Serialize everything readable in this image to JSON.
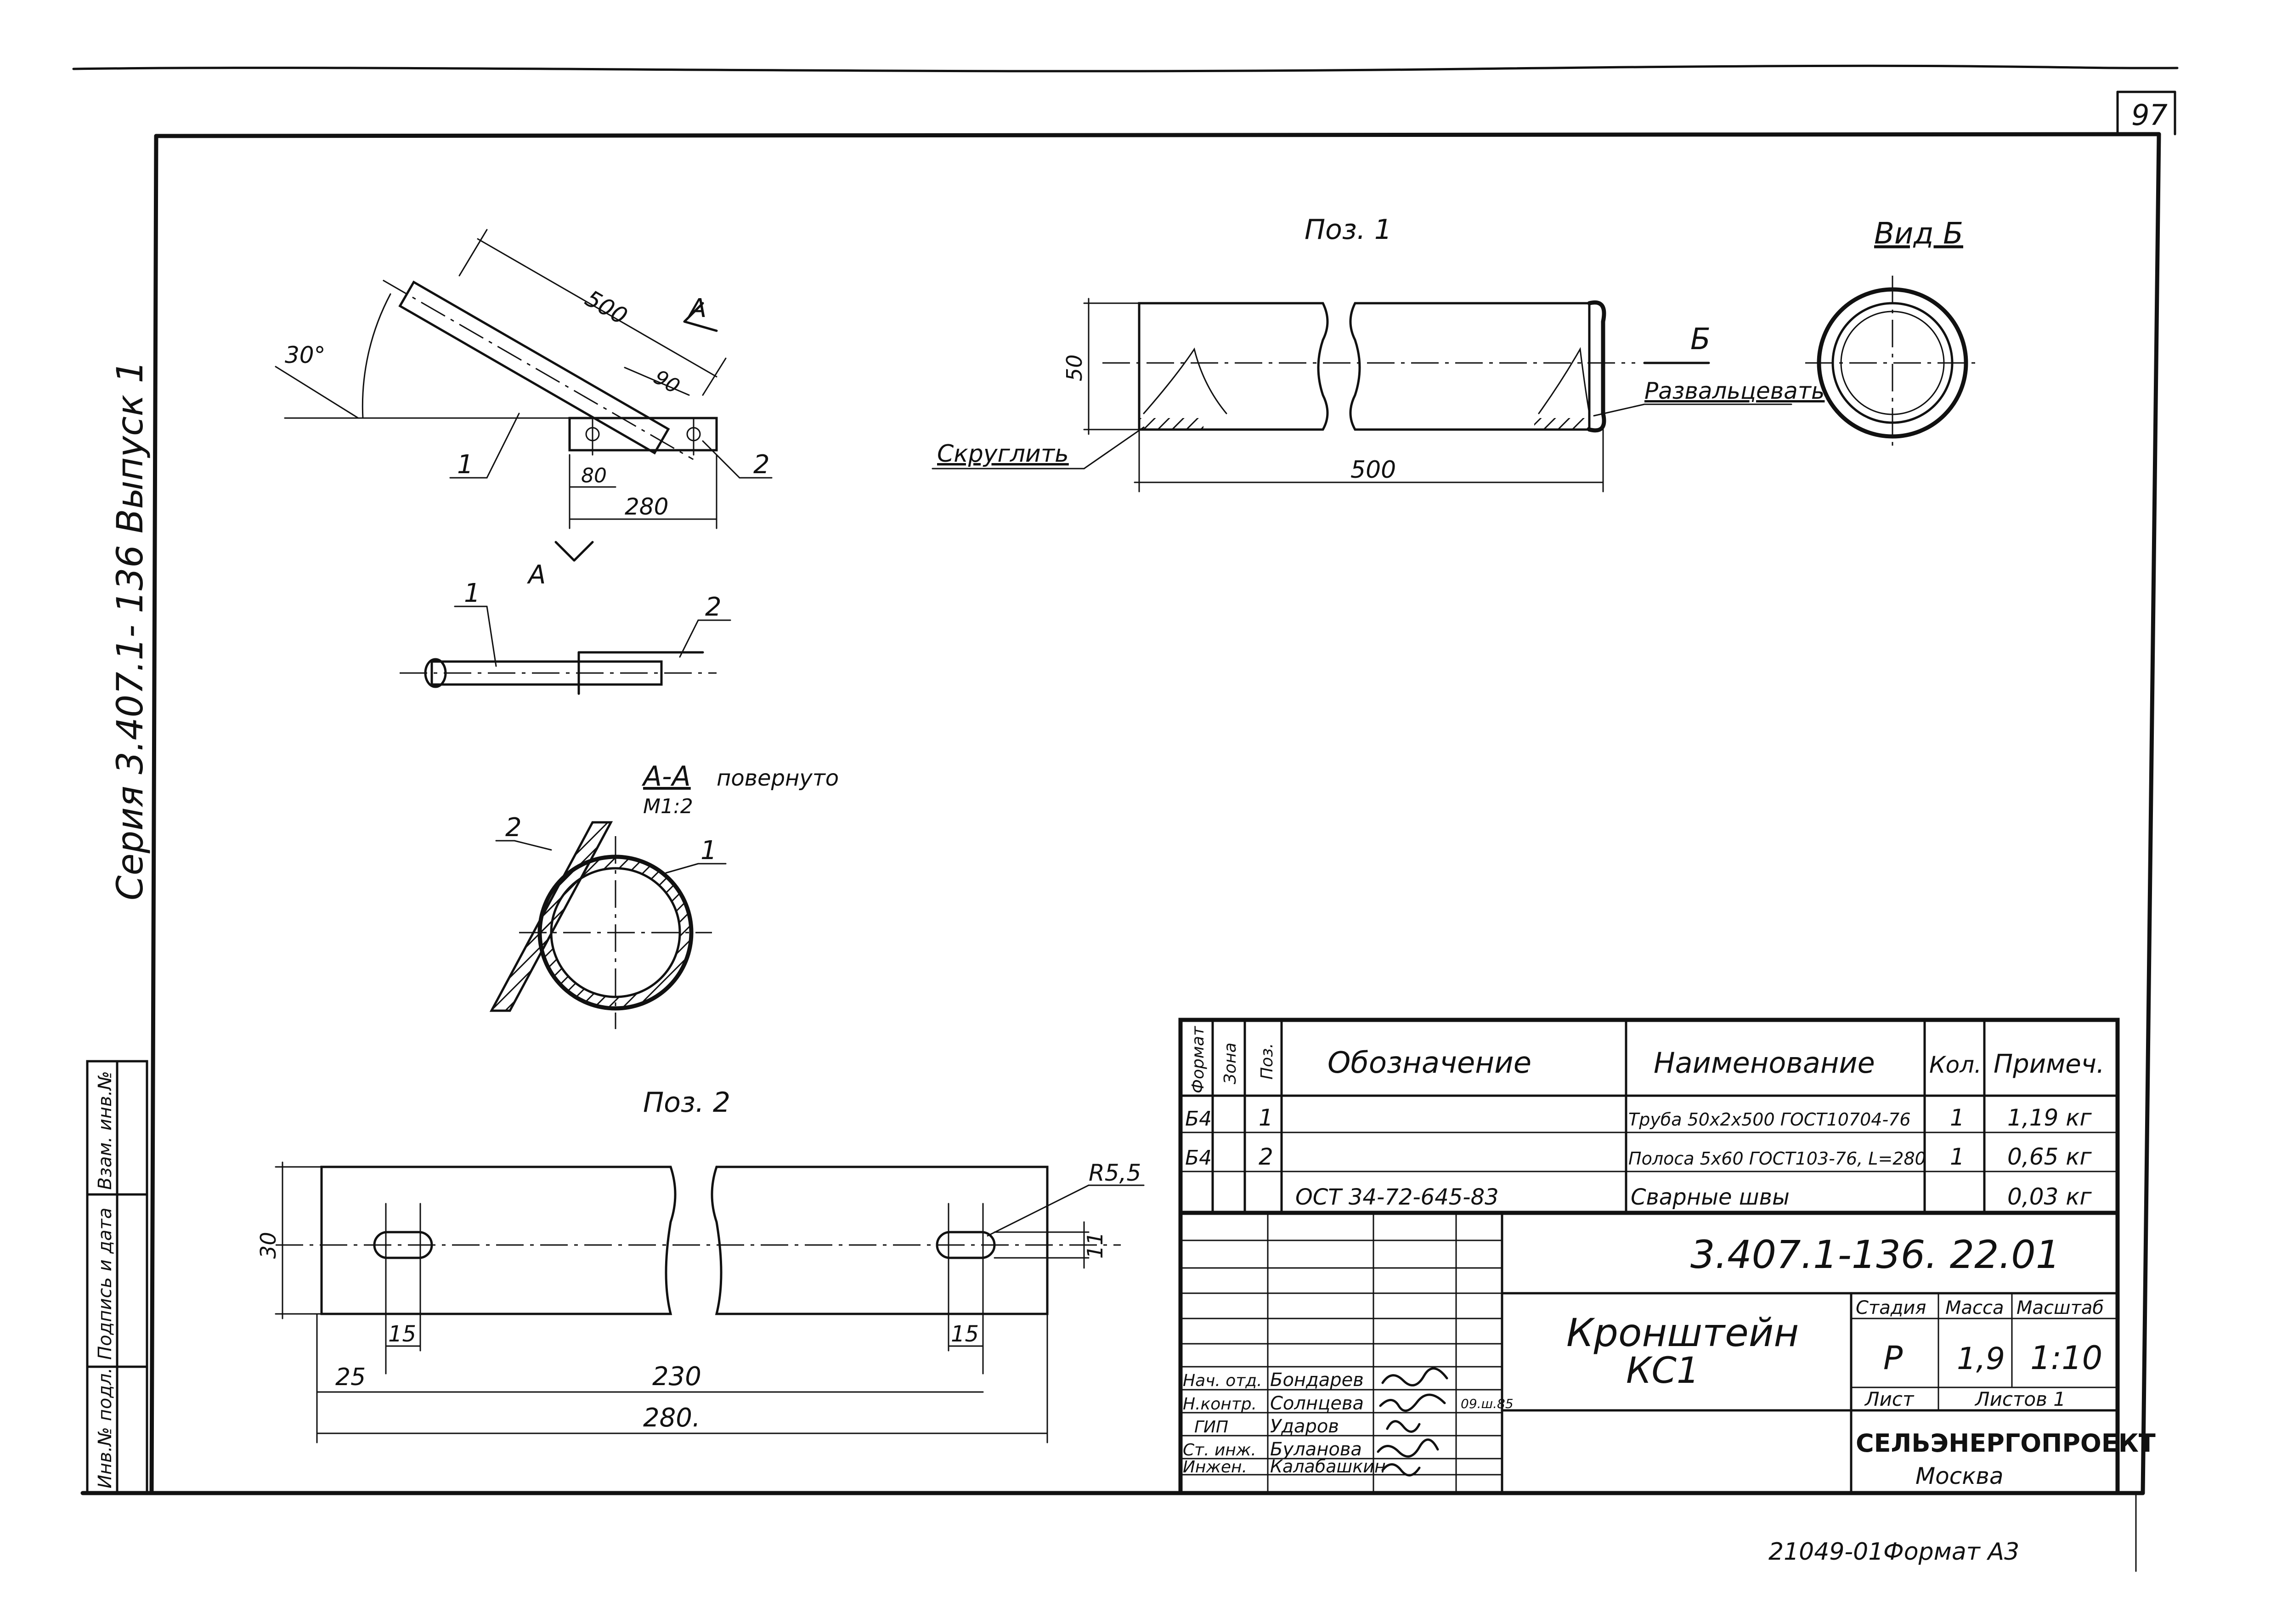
{
  "sheet_number": "97",
  "series_label": "Серия 3.407.1- 136  Выпуск 1",
  "left_stamp": [
    "Инв.№ подл.",
    "Подпись и дата",
    "Взам. инв.№"
  ],
  "main_view": {
    "dim_length": "500",
    "angle": "30°",
    "dim_90": "90",
    "dim_80": "80",
    "dim_280": "280",
    "section_mark": "А",
    "pos1": "1",
    "pos2": "2"
  },
  "plan_view": {
    "pos1": "1",
    "pos2": "2"
  },
  "section_view": {
    "title": "А-А",
    "note": "повернуто",
    "scale": "М1:2",
    "pos1": "1",
    "pos2": "2"
  },
  "pos1_view": {
    "title": "Поз. 1",
    "dim_diameter": "50",
    "dim_length": "500",
    "note_round": "Скруглить",
    "note_flare": "Развальцевать",
    "view_mark": "Б"
  },
  "view_b": {
    "title": "Вид Б"
  },
  "pos2_view": {
    "title": "Поз. 2",
    "dim_radius": "R5,5",
    "dim_slot": "11",
    "dim_width": "30",
    "dim_15a": "15",
    "dim_15b": "15",
    "dim_25": "25",
    "dim_230": "230",
    "dim_280": "280."
  },
  "spec_table": {
    "headers": {
      "format": "Формат",
      "zone": "Зона",
      "pos": "Поз.",
      "designation": "Обозначение",
      "name": "Наименование",
      "qty": "Кол.",
      "note": "Примеч."
    },
    "rows": [
      {
        "format": "Б4",
        "zone": "",
        "pos": "1",
        "designation": "",
        "name": "Труба 50х2х500 ГОСТ10704-76",
        "qty": "1",
        "note": "1,19 кг"
      },
      {
        "format": "Б4",
        "zone": "",
        "pos": "2",
        "designation": "",
        "name": "Полоса 5х60 ГОСТ103-76, L=280",
        "qty": "1",
        "note": "0,65 кг"
      },
      {
        "format": "",
        "zone": "",
        "pos": "",
        "designation": "ОСТ 34-72-645-83",
        "name": "Сварные    швы",
        "qty": "",
        "note": "0,03 кг"
      }
    ]
  },
  "title_block": {
    "doc_code": "3.407.1-136. 22.01",
    "title_line1": "Кронштейн",
    "title_line2": "КС1",
    "stage_label": "Стадия",
    "mass_label": "Масса",
    "scale_label": "Масштаб",
    "stage": "Р",
    "mass": "1,9",
    "scale": "1:10",
    "sheet_label": "Лист",
    "sheets_label": "Листов 1",
    "org_name": "СЕЛЬЭНЕРГОПРОЕКТ",
    "org_city": "Москва",
    "signatures": [
      {
        "role": "Нач. отд.",
        "name": "Бондарев"
      },
      {
        "role": "Н.контр.",
        "name": "Солнцева"
      },
      {
        "role": "ГИП",
        "name": "Ударов"
      },
      {
        "role": "Ст. инж.",
        "name": "Буланова"
      },
      {
        "role": "Инжен.",
        "name": "Калабашкин"
      }
    ],
    "date_mark": "09.ш.85"
  },
  "footer": {
    "code": "21049-01",
    "format": "Формат А3"
  }
}
